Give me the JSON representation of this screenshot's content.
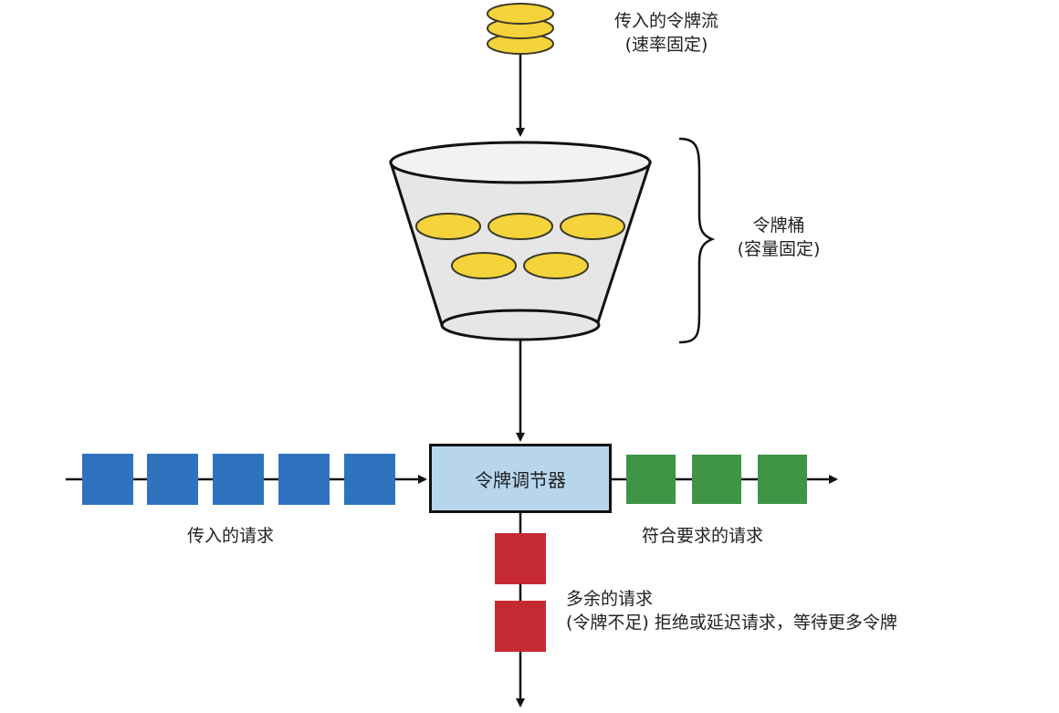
{
  "labels": {
    "token_stream_line1": "传入的令牌流",
    "token_stream_line2": "(速率固定)",
    "bucket_line1": "令牌桶",
    "bucket_line2": "(容量固定)",
    "regulator": "令牌调节器",
    "incoming_requests": "传入的请求",
    "conforming_requests": "符合要求的请求",
    "excess_line1": "多余的请求",
    "excess_line2": "(令牌不足) 拒绝或延迟请求，等待更多令牌"
  },
  "counts": {
    "incoming_token_discs": 3,
    "bucket_tokens": 5,
    "incoming_request_blocks": 5,
    "conforming_request_blocks": 3,
    "excess_request_blocks": 2
  },
  "colors": {
    "token": "#f5d33a",
    "token_outline": "#3a3a2a",
    "incoming_request": "#2f73c0",
    "conforming_request": "#3f9445",
    "excess_request": "#c52a32",
    "regulator_fill": "#b7d6ee",
    "bucket_fill": "#e6e6e6",
    "line": "#111111"
  }
}
